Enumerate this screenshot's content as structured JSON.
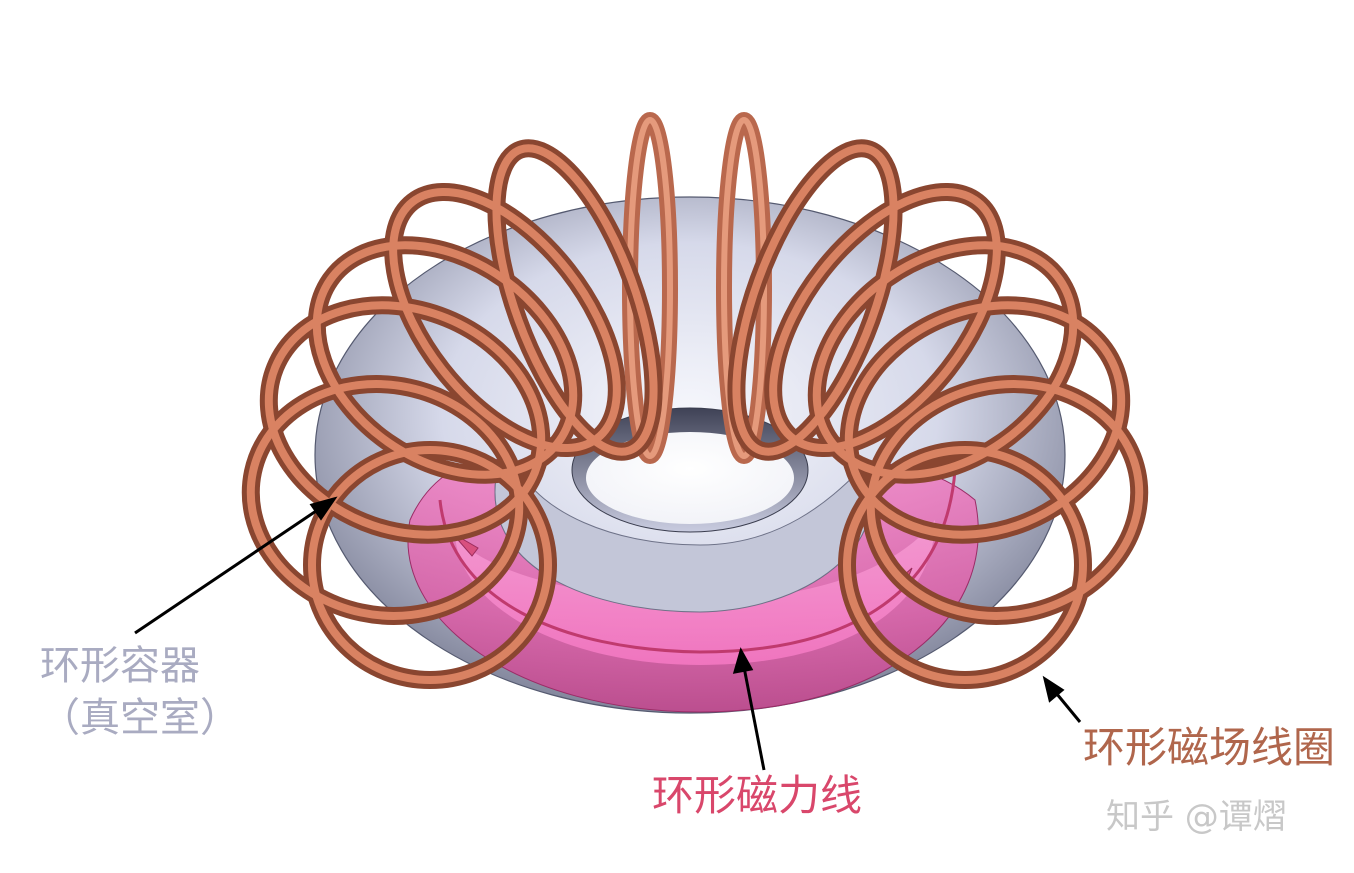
{
  "labels": {
    "vacuum_vessel_line1": "环形容器",
    "vacuum_vessel_line2": "（真空室）",
    "magnetic_field_line": "环形磁力线",
    "field_coil": "环形磁场线圈"
  },
  "watermark": "知乎 @谭熠",
  "colors": {
    "vessel_label": "#a9abc1",
    "field_label": "#d9476b",
    "coil_label": "#b0664c",
    "coil_copper": "#c9785c",
    "vessel_body": "#d9dcec",
    "plasma": "#ef6fb8",
    "arrow": "#000000"
  },
  "icons": {
    "coil": "copper-ring",
    "vessel": "torus",
    "arrow": "pointer-arrow"
  }
}
